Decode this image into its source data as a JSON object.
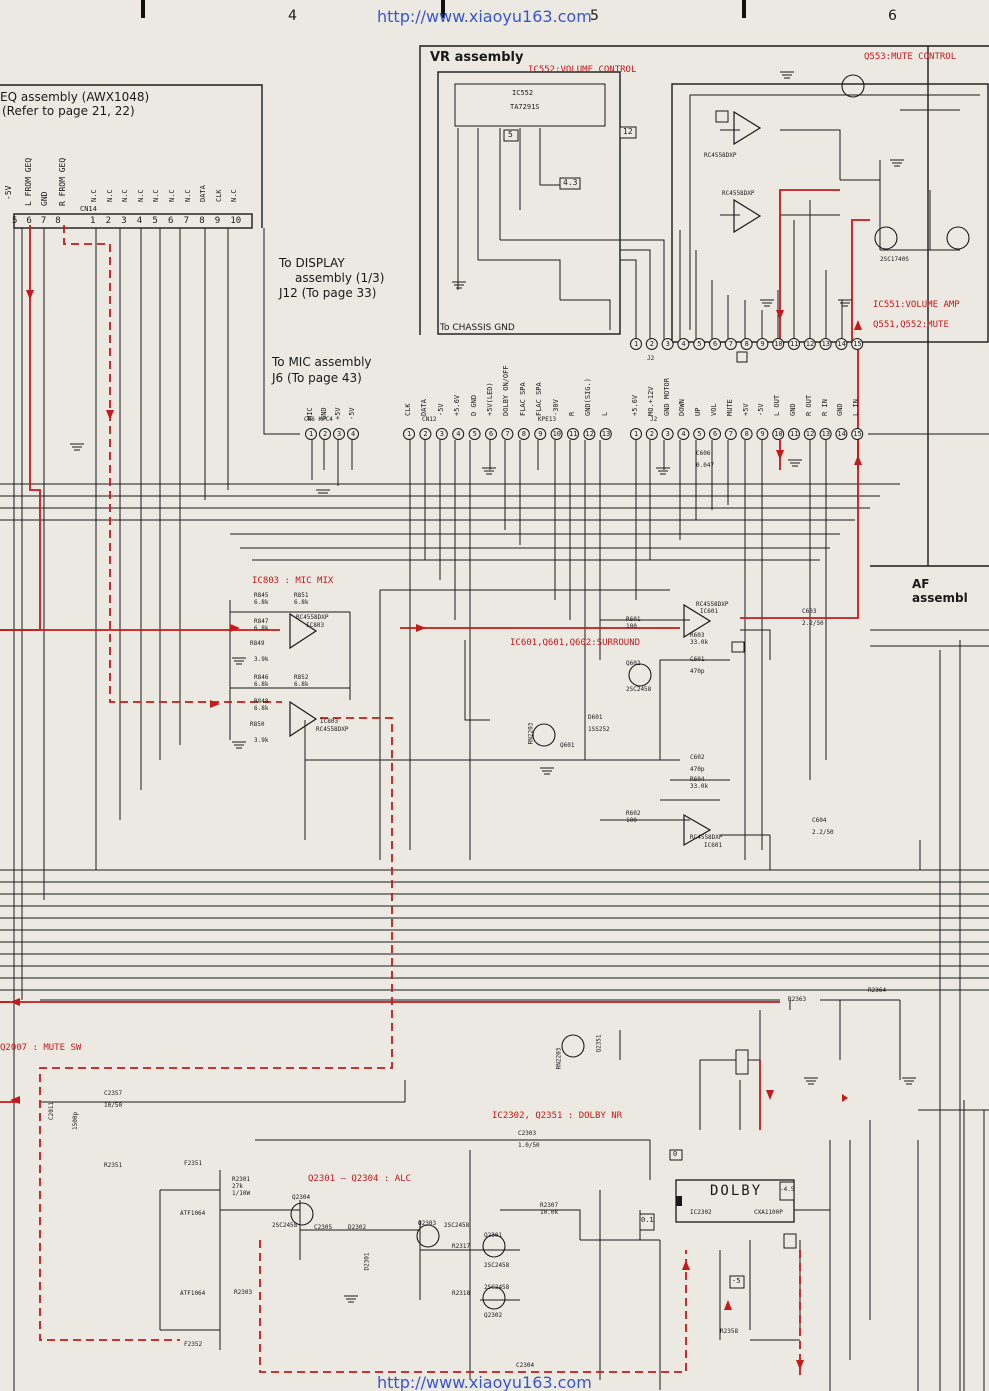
{
  "header": {
    "col_4": "4",
    "col_5": "5",
    "col_6": "6",
    "url_top": "http://www.xiaoyu163.com",
    "url_bottom": "http://www.xiaoyu163.com"
  },
  "eq_assembly": {
    "title": "EQ assembly (AWX1048)",
    "ref": "(Refer to page  21, 22)",
    "left_pins_labels": [
      "-5V",
      "L FROM GEQ",
      "GND",
      "R FROM GEQ"
    ],
    "left_pin_numbers": [
      "5",
      "6",
      "7",
      "8"
    ],
    "cn14_label": "CN14",
    "cn14_pin_labels": [
      "N.C",
      "N.C",
      "N.C",
      "N.C",
      "N.C",
      "N.C",
      "N.C",
      "DATA",
      "CLK",
      "N.C"
    ],
    "cn14_pin_numbers": [
      "1",
      "2",
      "3",
      "4",
      "5",
      "6",
      "7",
      "8",
      "9",
      "10"
    ]
  },
  "vr_assembly": {
    "title": "VR assembly",
    "ic552_label": "IC552:VOLUME  CONTROL",
    "ic552_part": "IC552",
    "ic552_type": "TA7291S",
    "chassis": "To CHASSIS GND",
    "box_5": "5",
    "box_12": "12",
    "box_43": "4.3"
  },
  "right_top": {
    "q553": "Q553:MUTE CONTROL",
    "ic551_amp": "IC551:VOLUME AMP",
    "q551_mute": "Q551,Q552:MUTE",
    "ic551_type": "RC4558DXP",
    "q551_type": "2SC1740S"
  },
  "display_ref": {
    "line1": "To DISPLAY",
    "line2": "assembly (1/3)",
    "line3": "J12 (To page 33)"
  },
  "mic_ref": {
    "line1": "To MIC assembly",
    "line2": "J6 (To page 43)"
  },
  "cn6": {
    "label": "CN6  KPC4",
    "pin_labels": [
      "MIC",
      "GND",
      "+5V",
      "-5V"
    ],
    "pin_numbers": [
      "1",
      "2",
      "3",
      "4"
    ]
  },
  "cn12": {
    "label": "CN12",
    "sub": "KPE13",
    "pin_labels": [
      "CLK",
      "DATA",
      "-5V",
      "+5.6V",
      "D GND",
      "+5V(LED)",
      "DOLBY ON/OFF",
      "FLAC SPA",
      "FLAC SPA",
      "-30V",
      "R",
      "GND(SIG.)",
      "L"
    ],
    "pin_numbers": [
      "1",
      "2",
      "3",
      "4",
      "5",
      "6",
      "7",
      "8",
      "9",
      "10",
      "11",
      "12",
      "13"
    ]
  },
  "j2": {
    "label": "J2",
    "pin_labels": [
      "+5.6V",
      "MO.+12V",
      "GND MOTOR",
      "DOWN",
      "UP",
      "VOL",
      "MUTE",
      "+5V",
      "-5V",
      "L OUT",
      "GND",
      "R OUT",
      "R IN",
      "GND",
      "L IN"
    ],
    "pin_numbers": [
      "1",
      "2",
      "3",
      "4",
      "5",
      "6",
      "7",
      "8",
      "9",
      "10",
      "11",
      "12",
      "13",
      "14",
      "15"
    ]
  },
  "af_assembly": "AF assembl",
  "mic_mix": {
    "label": "IC803 : MIC MIX",
    "ic_a": "IC803",
    "ic_type": "RC4558DXP",
    "r845": "R845",
    "r845v": "6.8k",
    "r851": "R851",
    "r851v": "6.8k",
    "r847": "R847",
    "r847v": "6.8k",
    "r849": "R849",
    "r849v": "3.9k",
    "r846": "R846",
    "r846v": "6.8k",
    "r852": "R852",
    "r852v": "6.8k",
    "r848": "R848",
    "r848v": "6.8k",
    "r850": "R850",
    "r850v": "3.9k"
  },
  "surround": {
    "label": "IC601,Q601,Q602:SURROUND",
    "ic601": "IC601",
    "ic601_type": "RC4558DXP",
    "r601": "R601",
    "r601v": "100",
    "r603": "R603",
    "r603v": "33.0k",
    "c601": "C601",
    "c601v": "470p",
    "c603": "C603",
    "c603v": "2.2/50",
    "r602": "R602",
    "r602v": "100",
    "r604": "R604",
    "r604v": "33.0k",
    "c602": "C602",
    "c602v": "470p",
    "c604": "C604",
    "c604v": "2.2/50",
    "d601": "D601",
    "d601t": "1SS252",
    "q602": "Q602",
    "q602t": "2SC2458",
    "q601": "Q601",
    "rn2203": "RN2203",
    "c606": "C606",
    "c606v": "0.047"
  },
  "mute_sw": {
    "label": "Q2007 : MUTE SW",
    "q2351": "Q2351",
    "rn2203": "RN2203",
    "r2363": "R2363",
    "r2364": "R2364"
  },
  "dolby": {
    "label": "IC2302, Q2351 : DOLBY NR",
    "chip": "DOLBY",
    "ic": "IC2302",
    "type": "CXA1100P",
    "alc_label": "Q2301 – Q2304 : ALC",
    "c2357": "C2357",
    "c2357v": "10/50",
    "c2303": "C2303",
    "c2303v": "1.0/50",
    "c2304": "C2304",
    "r2351": "R2351",
    "r2301": "R2301",
    "r2301v": "27k",
    "r2301w": "1/10W",
    "r2307": "R2307",
    "r2307v": "10.0k",
    "r2317": "R2317",
    "r2318": "R2318",
    "r2303": "R2303",
    "r2358": "R2358",
    "d2302": "D2302",
    "d2301": "D2301",
    "q2304": "Q2304",
    "q2303": "Q2303",
    "q2301": "Q2301",
    "q2302": "Q2302",
    "t2458": "2SC2458",
    "f2351": "F2351",
    "f2352": "F2352",
    "atf": "ATF1064",
    "c2305": "C2305",
    "c2011": "C2011",
    "c2011v": "1500p",
    "box_01": "0.1",
    "box_5": "-5",
    "box_45": "-4.5",
    "box_0": "0"
  },
  "colors": {
    "paper": "#ece9e3",
    "ink": "#1a1a1a",
    "signal_red": "#c41a1a",
    "link_blue": "#3a55c8"
  }
}
